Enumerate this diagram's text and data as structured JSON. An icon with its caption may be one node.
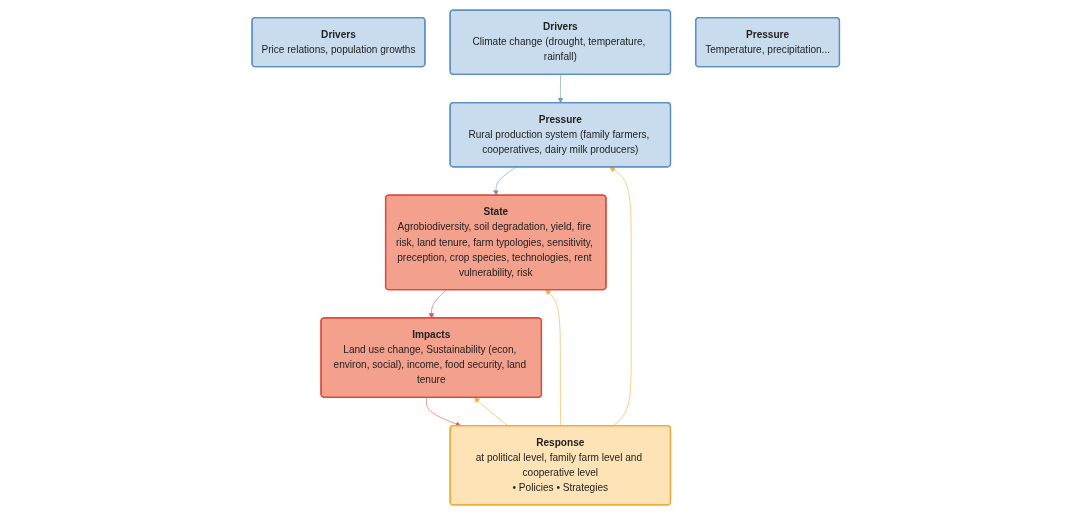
{
  "diagram": {
    "nodes": [
      {
        "text": [
          "Drivers",
          "Price relations, population growths"
        ]
      },
      {
        "text": [
          "Drivers",
          "Climate change (drought, temperature, rainfall)"
        ]
      },
      {
        "text": [
          "Pressure",
          "Temperature, precipitation..."
        ]
      },
      {
        "text": [
          "Pressure",
          "Rural production system (family farmers, cooperatives, dairy milk producers)"
        ]
      },
      {
        "text": [
          "Response",
          "at political level, family farm level and cooperative level",
          "• Policies • Strategies"
        ]
      },
      {
        "text": [
          "State",
          "Agrobiodiversity, soil degradation, yield, fire risk, land tenure, farm typologies, sensitivity, preception, crop species, technologies, rent vulnerability, risk"
        ]
      },
      {
        "text": [
          "Impacts",
          "Land use change, Sustainability (econ, environ, social), income, food security, land tenure"
        ]
      }
    ],
    "edges": [
      {
        "from": 1,
        "to": 3,
        "arrow": "to",
        "color": "#6f9cc8"
      },
      {
        "from": 4,
        "to": 3,
        "arrow": "to",
        "color": "#f5b041"
      },
      {
        "from": 4,
        "to": 5,
        "arrow": "to",
        "color": "#f5b041"
      },
      {
        "from": 3,
        "to": 5,
        "arrow": "to",
        "color": "#6f9cc8"
      },
      {
        "from": 4,
        "to": 6,
        "arrow": "to",
        "color": "#f5b041"
      },
      {
        "from": 6,
        "to": 4,
        "arrow": "to",
        "color": "#e8574a"
      },
      {
        "from": 5,
        "to": 6,
        "arrow": "to",
        "color": "#e8574a"
      }
    ]
  }
}
